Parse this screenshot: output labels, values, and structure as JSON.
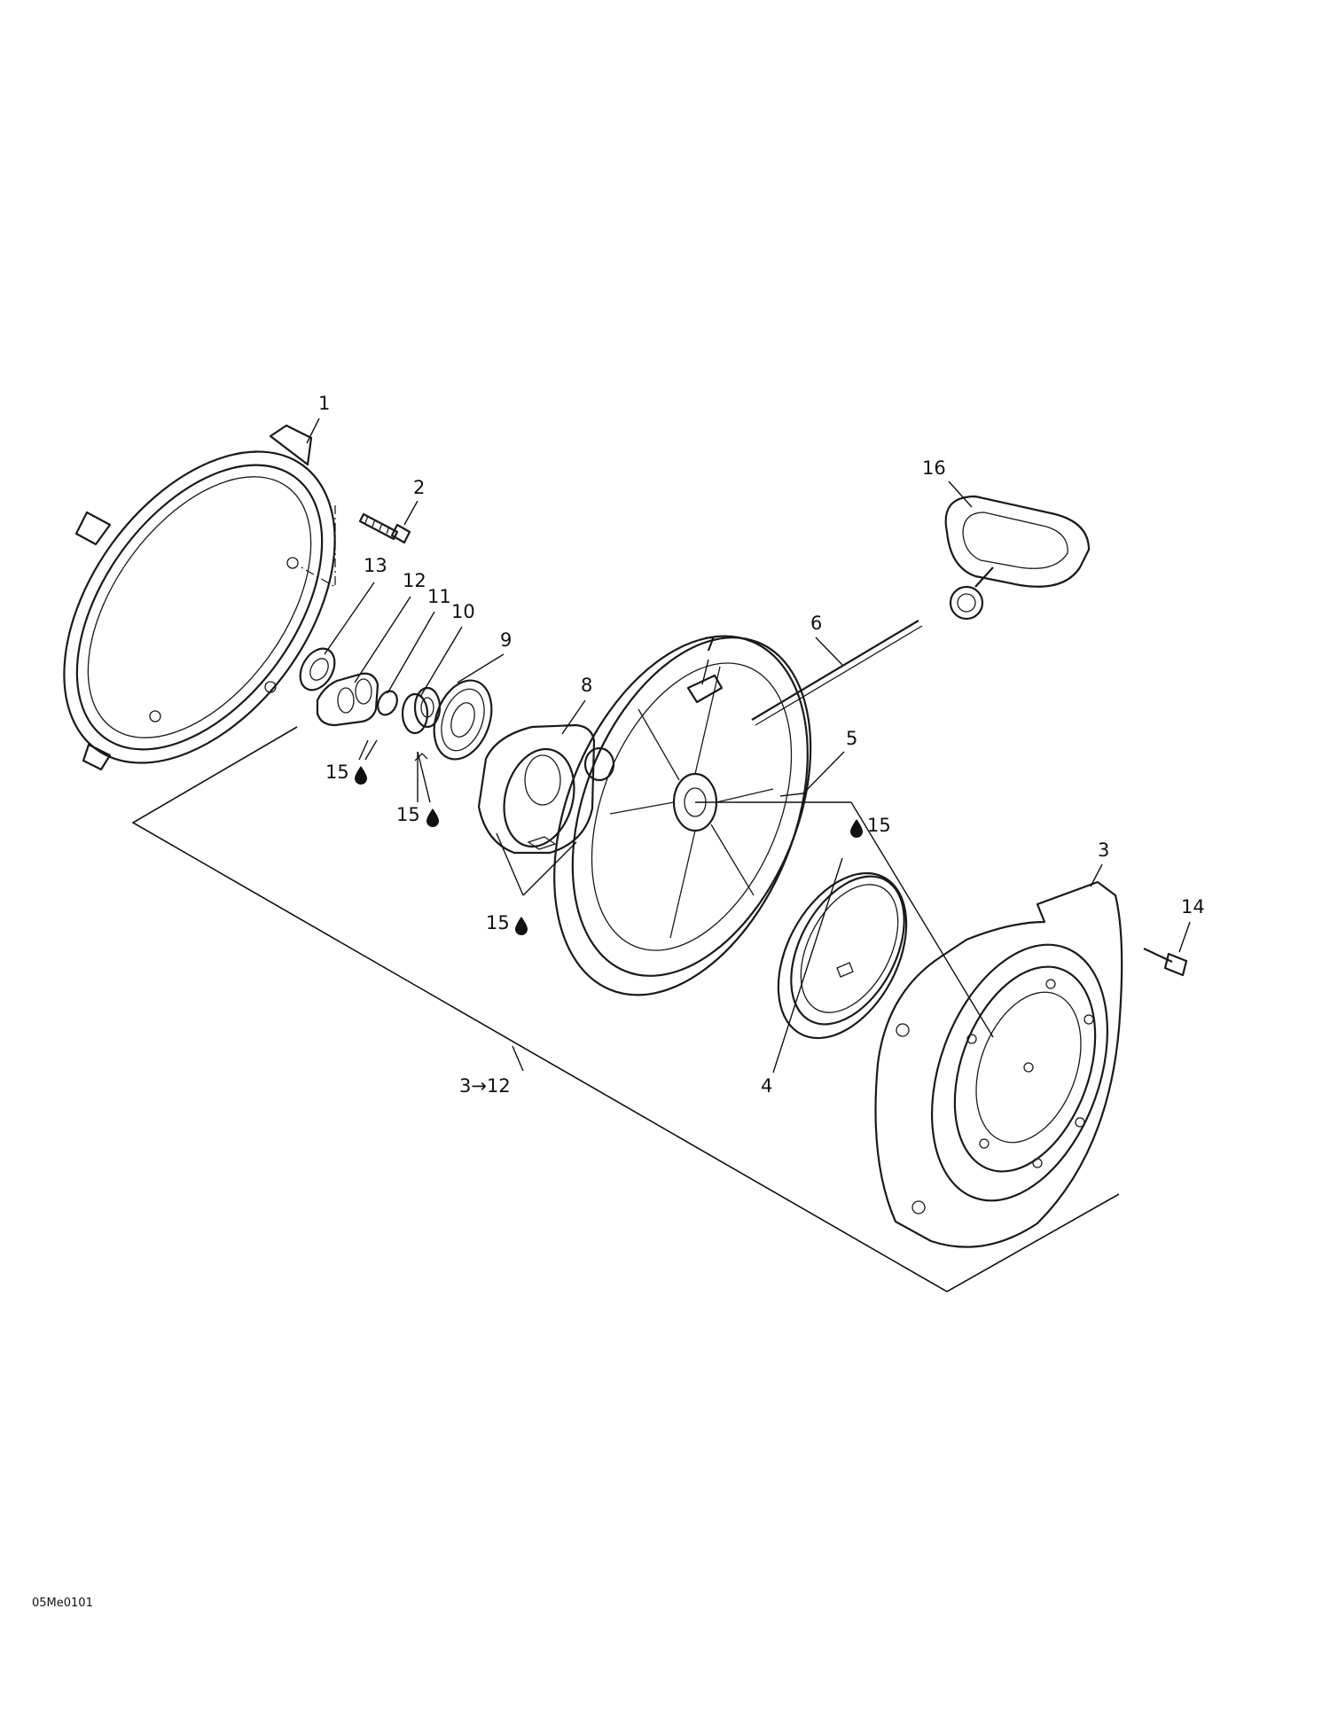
{
  "callouts": {
    "c1": "1",
    "c2": "2",
    "c3a": "3",
    "c3_12": "3→12",
    "c4": "4",
    "c5": "5",
    "c6": "6",
    "c7": "7",
    "c8": "8",
    "c9": "9",
    "c10": "10",
    "c11": "11",
    "c12": "12",
    "c13": "13",
    "c14": "14",
    "c15a": "15",
    "c15b": "15",
    "c15c": "15",
    "c15d": "15",
    "c16": "16"
  },
  "drawing_ref": "05Me0101",
  "lubricant_icon": "oil-drop-icon",
  "line_color": "#1a1a1a"
}
